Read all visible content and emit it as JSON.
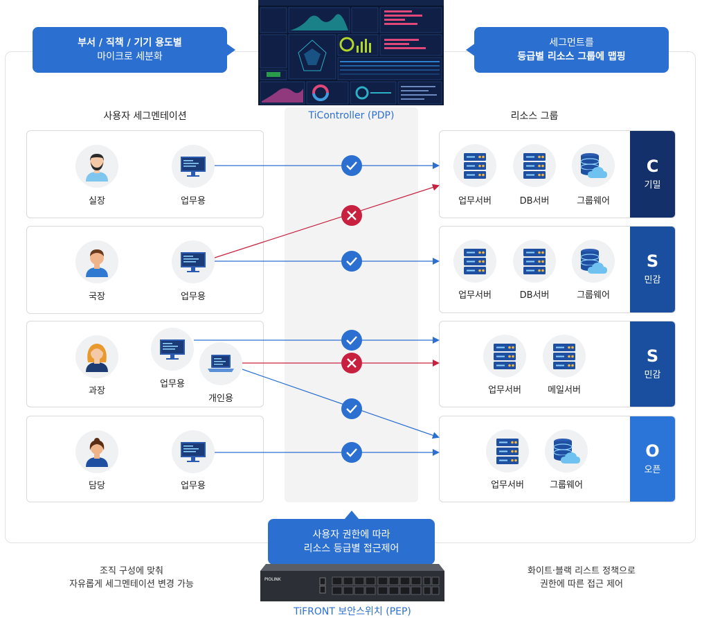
{
  "left_callout": {
    "line1": "부서 / 직책 / 기기 용도별",
    "line2": "마이크로 세분화"
  },
  "right_callout": {
    "line1": "세그먼트를",
    "line2": "등급별 리소스 그룹에 맵핑"
  },
  "controller_label": "TiController (PDP)",
  "user_section_title": "사용자 세그멘테이션",
  "resource_section_title": "리소스 그룹",
  "users": [
    {
      "role": "실장",
      "devices": [
        "업무용"
      ]
    },
    {
      "role": "국장",
      "devices": [
        "업무용"
      ]
    },
    {
      "role": "과장",
      "devices": [
        "업무용",
        "개인용"
      ]
    },
    {
      "role": "담당",
      "devices": [
        "업무용"
      ]
    }
  ],
  "resource_groups": [
    {
      "letter": "C",
      "grade": "기밀",
      "color": "#13306b",
      "resources": [
        "업무서버",
        "DB서버",
        "그룹웨어"
      ]
    },
    {
      "letter": "S",
      "grade": "민감",
      "color": "#1a4fa0",
      "resources": [
        "업무서버",
        "DB서버",
        "그룹웨어"
      ]
    },
    {
      "letter": "S",
      "grade": "민감",
      "color": "#1a4fa0",
      "resources": [
        "업무서버",
        "메일서버"
      ]
    },
    {
      "letter": "O",
      "grade": "오픈",
      "color": "#2b75d9",
      "resources": [
        "업무서버",
        "그룹웨어"
      ]
    }
  ],
  "bottom_callout": {
    "line1": "사용자 권한에 따라",
    "line2": "리소스 등급별 접근제어"
  },
  "bottom_left_caption": {
    "line1": "조직 구성에 맞춰",
    "line2": "자유롭게 세그멘테이션 변경 가능"
  },
  "bottom_right_caption": {
    "line1": "화이트·블랙 리스트 정책으로",
    "line2": "권한에 따른 접근 제어"
  },
  "switch_label": "TiFRONT 보안스위치 (PEP)",
  "switch_brand": "PIOLINK",
  "colors": {
    "allow": "#2b6fd0",
    "deny": "#c8203f",
    "callout": "#2b6fd0"
  }
}
